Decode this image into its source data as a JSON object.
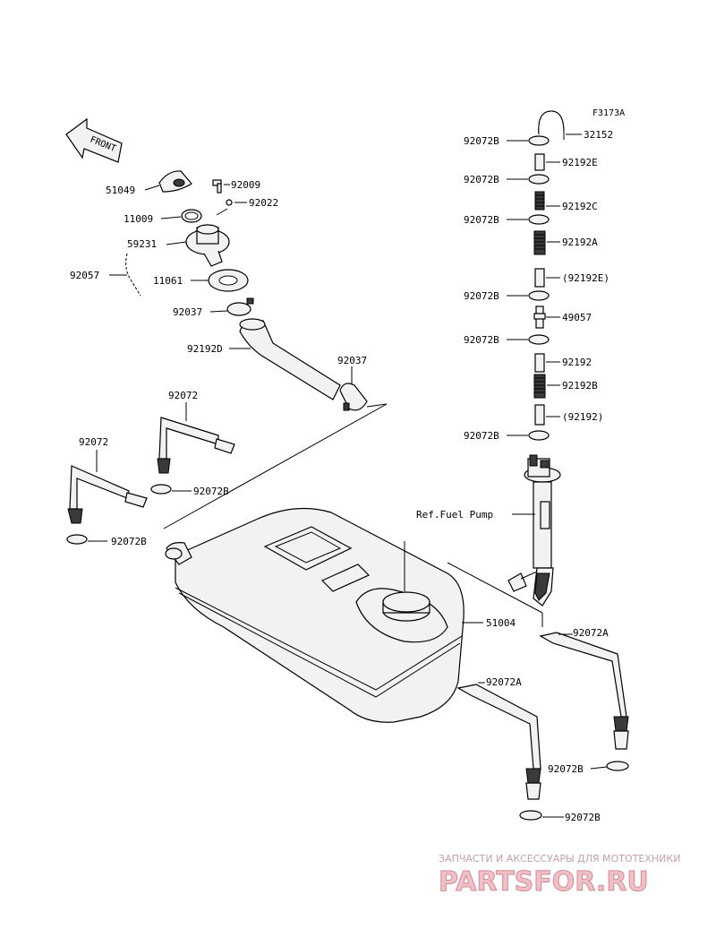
{
  "figure_code": "F3173A",
  "front_marker": "FRONT",
  "reference": "Ref.Fuel Pump",
  "callouts": {
    "c51049": "51049",
    "c92009": "92009",
    "c92022": "92022",
    "c11009": "11009",
    "c59231": "59231",
    "c92057": "92057",
    "c11061": "11061",
    "c92037a": "92037",
    "c92192d": "92192D",
    "c92037b": "92037",
    "c92072a": "92072",
    "c92072b": "92072",
    "c92072b_1": "92072B",
    "c92072b_2": "92072B",
    "c51004": "51004",
    "c92072a_1": "92072A",
    "c92072a_2": "92072A",
    "c92072b_3": "92072B",
    "c92072b_4": "92072B",
    "r92072b_1": "92072B",
    "r32152": "32152",
    "r92192e": "92192E",
    "r92072b_2": "92072B",
    "r92072b_3": "92072B",
    "r92192c": "92192C",
    "r92192a": "92192A",
    "r92192e_ref": "(92192E)",
    "r92072b_4": "92072B",
    "r49057": "49057",
    "r92072b_5": "92072B",
    "r92192": "92192",
    "r92192b": "92192B",
    "r92192_ref": "(92192)",
    "r92072b_6": "92072B"
  },
  "watermark": {
    "tagline": "ЗАПЧАСТИ И АКСЕССУАРЫ ДЛЯ МОТОТЕХНИКИ",
    "brand": "PARTSFOR.RU"
  },
  "colors": {
    "line": "#000000",
    "part_fill": "#f2f2f2",
    "dark_fill": "#3a3a3a",
    "watermark": "#f0c0c6"
  }
}
